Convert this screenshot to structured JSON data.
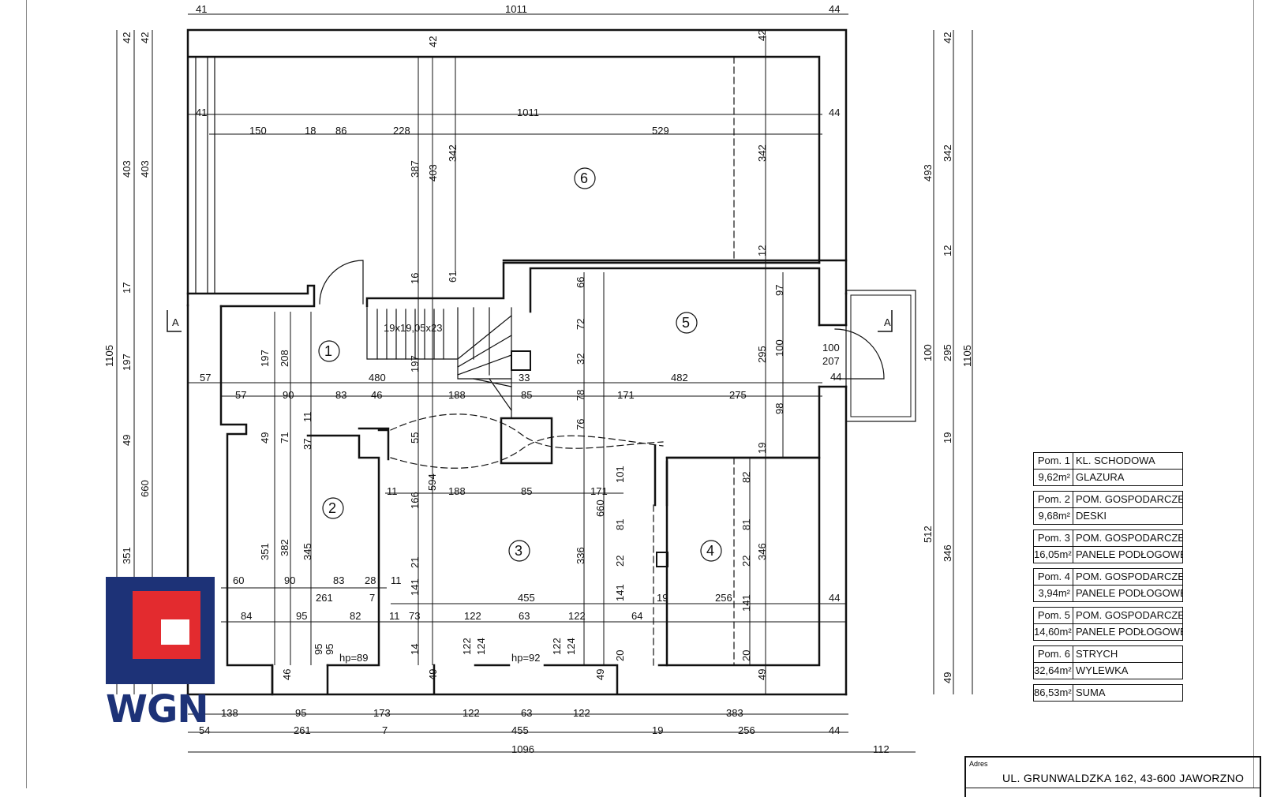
{
  "plan": {
    "dims_top": [
      {
        "t": "41"
      },
      {
        "t": "1011"
      },
      {
        "t": "44"
      },
      {
        "t": "41"
      },
      {
        "t": "1011"
      },
      {
        "t": "44"
      },
      {
        "t": "150"
      },
      {
        "t": "18"
      },
      {
        "t": "86"
      },
      {
        "t": "228"
      },
      {
        "t": "529"
      }
    ],
    "dims_left": [
      {
        "t": "42"
      },
      {
        "t": "42"
      },
      {
        "t": "403"
      },
      {
        "t": "403"
      },
      {
        "t": "17"
      },
      {
        "t": "197"
      },
      {
        "t": "49"
      },
      {
        "t": "1105"
      },
      {
        "t": "660"
      },
      {
        "t": "351"
      }
    ],
    "dims_right": [
      {
        "t": "42"
      },
      {
        "t": "342"
      },
      {
        "t": "493"
      },
      {
        "t": "12"
      },
      {
        "t": "100"
      },
      {
        "t": "295"
      },
      {
        "t": "1105"
      },
      {
        "t": "19"
      },
      {
        "t": "512"
      },
      {
        "t": "346"
      },
      {
        "t": "49"
      }
    ],
    "dims_inner": [
      {
        "t": "42"
      },
      {
        "t": "387"
      },
      {
        "t": "403"
      },
      {
        "t": "342"
      },
      {
        "t": "42"
      },
      {
        "t": "342"
      },
      {
        "t": "12"
      },
      {
        "t": "16"
      },
      {
        "t": "61"
      },
      {
        "t": "197"
      },
      {
        "t": "208"
      },
      {
        "t": "197"
      },
      {
        "t": "66"
      },
      {
        "t": "72"
      },
      {
        "t": "32"
      },
      {
        "t": "97"
      },
      {
        "t": "295"
      },
      {
        "t": "100"
      },
      {
        "t": "100"
      },
      {
        "t": "207"
      },
      {
        "t": "44"
      },
      {
        "t": "57"
      },
      {
        "t": "480"
      },
      {
        "t": "482"
      },
      {
        "t": "33"
      },
      {
        "t": "57"
      },
      {
        "t": "90"
      },
      {
        "t": "83"
      },
      {
        "t": "46"
      },
      {
        "t": "188"
      },
      {
        "t": "85"
      },
      {
        "t": "78"
      },
      {
        "t": "171"
      },
      {
        "t": "275"
      },
      {
        "t": "49"
      },
      {
        "t": "71"
      },
      {
        "t": "11"
      },
      {
        "t": "37"
      },
      {
        "t": "55"
      },
      {
        "t": "76"
      },
      {
        "t": "98"
      },
      {
        "t": "19"
      },
      {
        "t": "11"
      },
      {
        "t": "594"
      },
      {
        "t": "188"
      },
      {
        "t": "85"
      },
      {
        "t": "171"
      },
      {
        "t": "101"
      },
      {
        "t": "82"
      },
      {
        "t": "166"
      },
      {
        "t": "660"
      },
      {
        "t": "81"
      },
      {
        "t": "81"
      },
      {
        "t": "351"
      },
      {
        "t": "382"
      },
      {
        "t": "345"
      },
      {
        "t": "336"
      },
      {
        "t": "346"
      },
      {
        "t": "21"
      },
      {
        "t": "22"
      },
      {
        "t": "22"
      },
      {
        "t": "60"
      },
      {
        "t": "90"
      },
      {
        "t": "83"
      },
      {
        "t": "28"
      },
      {
        "t": "11"
      },
      {
        "t": "261"
      },
      {
        "t": "7"
      },
      {
        "t": "455"
      },
      {
        "t": "19"
      },
      {
        "t": "256"
      },
      {
        "t": "44"
      },
      {
        "t": "141"
      },
      {
        "t": "141"
      },
      {
        "t": "141"
      },
      {
        "t": "84"
      },
      {
        "t": "95"
      },
      {
        "t": "82"
      },
      {
        "t": "11"
      },
      {
        "t": "73"
      },
      {
        "t": "122"
      },
      {
        "t": "63"
      },
      {
        "t": "122"
      },
      {
        "t": "64"
      },
      {
        "t": "95"
      },
      {
        "t": "95"
      },
      {
        "t": "hp=89"
      },
      {
        "t": "14"
      },
      {
        "t": "122"
      },
      {
        "t": "124"
      },
      {
        "t": "hp=92"
      },
      {
        "t": "122"
      },
      {
        "t": "124"
      },
      {
        "t": "20"
      },
      {
        "t": "20"
      },
      {
        "t": "46"
      },
      {
        "t": "49"
      },
      {
        "t": "49"
      },
      {
        "t": "49"
      }
    ],
    "dims_bottom": [
      {
        "t": "138"
      },
      {
        "t": "95"
      },
      {
        "t": "173"
      },
      {
        "t": "122"
      },
      {
        "t": "63"
      },
      {
        "t": "122"
      },
      {
        "t": "383"
      },
      {
        "t": "54"
      },
      {
        "t": "261"
      },
      {
        "t": "7"
      },
      {
        "t": "455"
      },
      {
        "t": "19"
      },
      {
        "t": "256"
      },
      {
        "t": "44"
      },
      {
        "t": "1096"
      },
      {
        "t": "112"
      }
    ],
    "stair_label": "19x19,05x23",
    "rooms": [
      "1",
      "2",
      "3",
      "4",
      "5",
      "6"
    ],
    "section_marks": [
      "A",
      "A"
    ]
  },
  "legend": [
    {
      "pom": "Pom. 1",
      "name": "KL. SCHODOWA",
      "area": "9,62m²",
      "finish": "GLAZURA"
    },
    {
      "pom": "Pom. 2",
      "name": "POM. GOSPODARCZE",
      "area": "9,68m²",
      "finish": "DESKI"
    },
    {
      "pom": "Pom. 3",
      "name": "POM. GOSPODARCZE",
      "area": "16,05m²",
      "finish": "PANELE PODŁOGOWE"
    },
    {
      "pom": "Pom. 4",
      "name": "POM. GOSPODARCZE",
      "area": "3,94m²",
      "finish": "PANELE PODŁOGOWE"
    },
    {
      "pom": "Pom. 5",
      "name": "POM. GOSPODARCZE",
      "area": "14,60m²",
      "finish": "PANELE PODŁOGOWE"
    },
    {
      "pom": "Pom. 6",
      "name": "STRYCH",
      "area": "32,64m²",
      "finish": "WYLEWKA"
    }
  ],
  "legend_sum": {
    "area": "86,53m²",
    "label": "SUMA"
  },
  "title_block": {
    "label": "Adres",
    "address": "UL. GRUNWALDZKA 162, 43-600 JAWORZNO"
  },
  "logo": {
    "text": "WGN",
    "colors": {
      "navy": "#1d3277",
      "red": "#e32b2f"
    }
  }
}
